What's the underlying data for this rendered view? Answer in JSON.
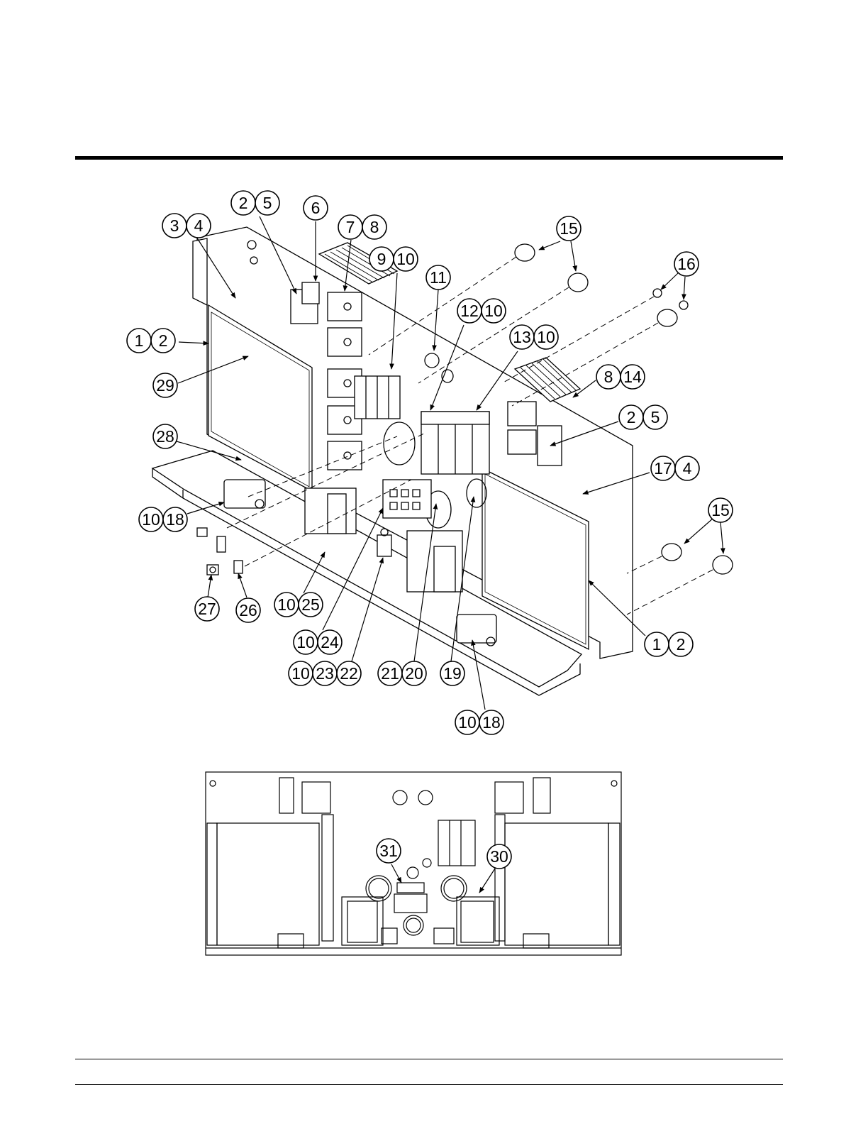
{
  "colors": {
    "ink": "#000000",
    "paper": "#ffffff"
  },
  "main_view": {
    "callouts": [
      {
        "id": "c1",
        "labels": [
          "2",
          "5"
        ]
      },
      {
        "id": "c2",
        "labels": [
          "6"
        ]
      },
      {
        "id": "c3",
        "labels": [
          "3",
          "4"
        ]
      },
      {
        "id": "c4",
        "labels": [
          "7",
          "8"
        ]
      },
      {
        "id": "c5",
        "labels": [
          "15"
        ]
      },
      {
        "id": "c6",
        "labels": [
          "9",
          "10"
        ]
      },
      {
        "id": "c7",
        "labels": [
          "16"
        ]
      },
      {
        "id": "c8",
        "labels": [
          "11"
        ]
      },
      {
        "id": "c9",
        "labels": [
          "12",
          "10"
        ]
      },
      {
        "id": "c10",
        "labels": [
          "1",
          "2"
        ]
      },
      {
        "id": "c11",
        "labels": [
          "13",
          "10"
        ]
      },
      {
        "id": "c12",
        "labels": [
          "29"
        ]
      },
      {
        "id": "c13",
        "labels": [
          "8",
          "14"
        ]
      },
      {
        "id": "c14",
        "labels": [
          "2",
          "5"
        ]
      },
      {
        "id": "c15",
        "labels": [
          "28"
        ]
      },
      {
        "id": "c16",
        "labels": [
          "17",
          "4"
        ]
      },
      {
        "id": "c17",
        "labels": [
          "10",
          "18"
        ]
      },
      {
        "id": "c18",
        "labels": [
          "15"
        ]
      },
      {
        "id": "c19",
        "labels": [
          "27"
        ]
      },
      {
        "id": "c20",
        "labels": [
          "26"
        ]
      },
      {
        "id": "c21",
        "labels": [
          "10",
          "25"
        ]
      },
      {
        "id": "c22",
        "labels": [
          "1",
          "2"
        ]
      },
      {
        "id": "c23",
        "labels": [
          "10",
          "24"
        ]
      },
      {
        "id": "c24",
        "labels": [
          "10",
          "23",
          "22"
        ]
      },
      {
        "id": "c25",
        "labels": [
          "21",
          "20"
        ]
      },
      {
        "id": "c26",
        "labels": [
          "19"
        ]
      },
      {
        "id": "c27",
        "labels": [
          "10",
          "18"
        ]
      }
    ]
  },
  "front_view": {
    "callouts": [
      {
        "id": "f1",
        "labels": [
          "31"
        ]
      },
      {
        "id": "f2",
        "labels": [
          "30"
        ]
      }
    ]
  }
}
